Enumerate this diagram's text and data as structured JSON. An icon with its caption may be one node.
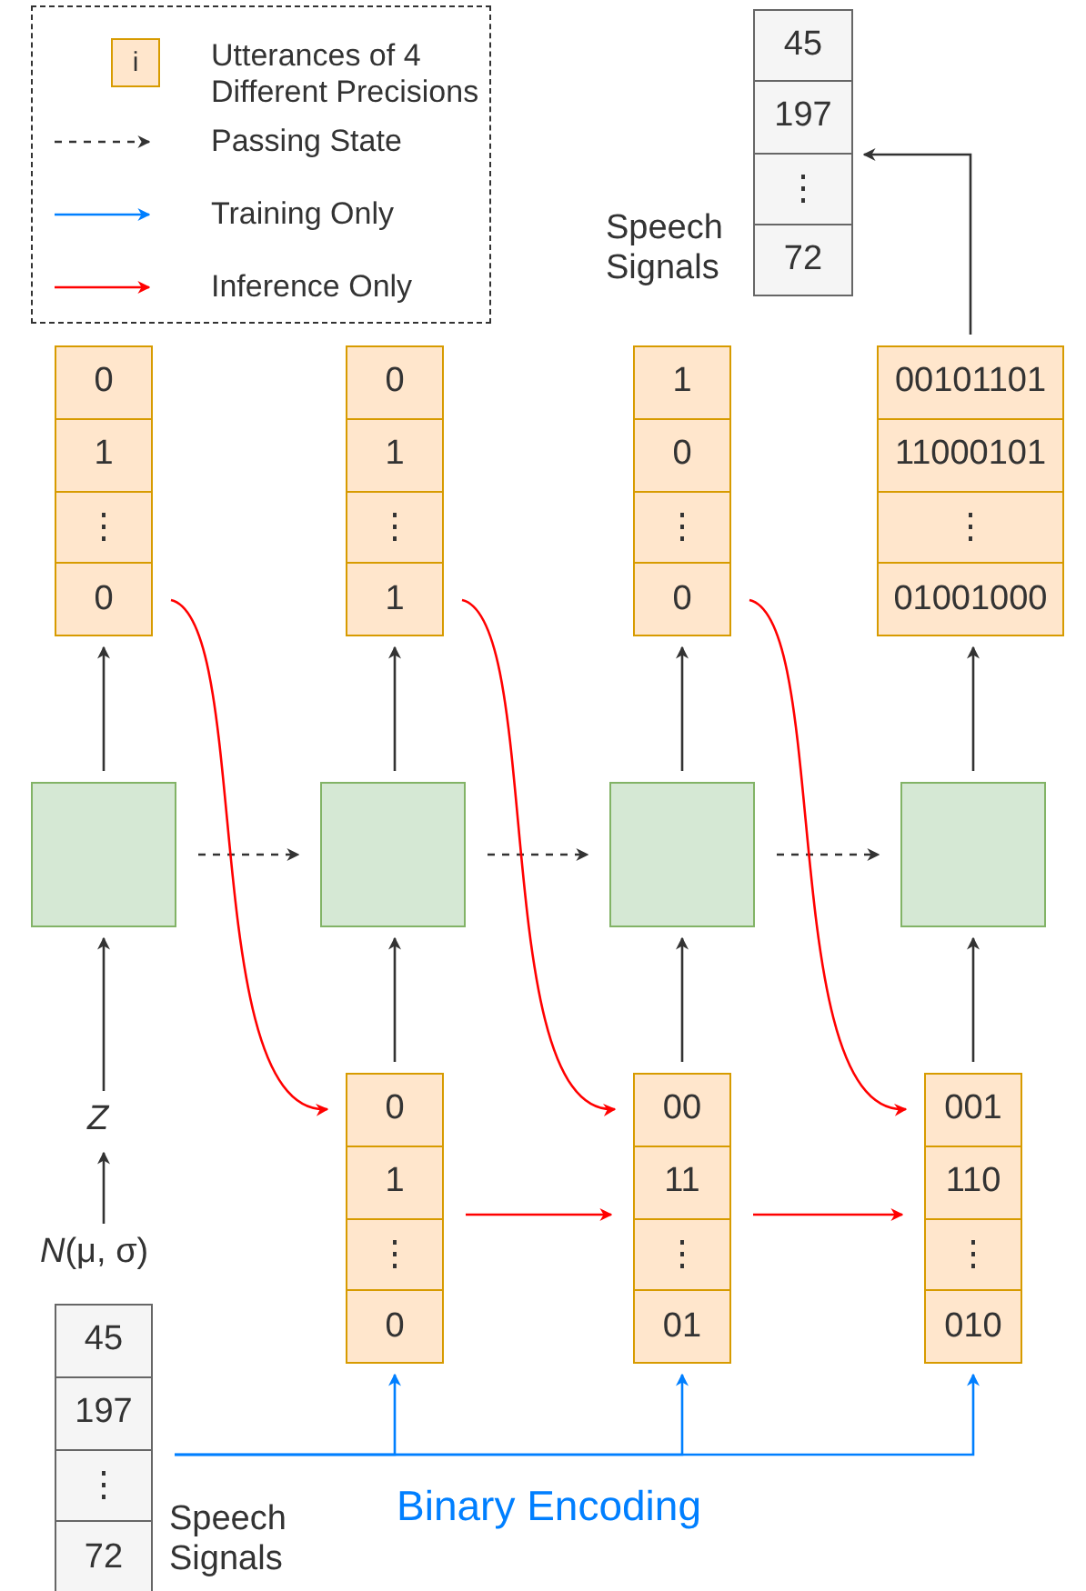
{
  "diagram": {
    "nodes": [
      {
        "text": [
          "45",
          "197",
          "⋮",
          "72"
        ],
        "beside": [
          "Speech Signals"
        ]
      },
      {
        "text": [
          "0",
          "1",
          "⋮",
          "0"
        ]
      },
      {
        "text": [
          "0",
          "1",
          "⋮",
          "1"
        ]
      },
      {
        "text": [
          "1",
          "0",
          "⋮",
          "0"
        ]
      },
      {
        "text": [
          "00101101",
          "11000101",
          "⋮",
          "01001000"
        ]
      },
      {
        "text": [],
        "shape": "box"
      },
      {
        "text": [],
        "shape": "box"
      },
      {
        "text": [],
        "shape": "box"
      },
      {
        "text": [],
        "shape": "box"
      },
      {
        "text": [
          "Z"
        ]
      },
      {
        "text": [
          "*N*(μ, σ)"
        ]
      },
      {
        "text": [
          "0",
          "1",
          "⋮",
          "0"
        ]
      },
      {
        "text": [
          "00",
          "11",
          "⋮",
          "01"
        ]
      },
      {
        "text": [
          "001",
          "110",
          "⋮",
          "010"
        ]
      },
      {
        "text": [
          "45",
          "197",
          "⋮",
          "72"
        ],
        "beside": [
          "Speech Signals"
        ]
      }
    ],
    "edges": [
      {
        "from": 4,
        "to": 0,
        "arrow": "to"
      },
      {
        "from": 5,
        "to": 1,
        "arrow": "to"
      },
      {
        "from": 6,
        "to": 2,
        "arrow": "to"
      },
      {
        "from": 7,
        "to": 3,
        "arrow": "to"
      },
      {
        "from": 8,
        "to": 4,
        "arrow": "to"
      },
      {
        "from": 5,
        "to": 6,
        "arrow": "to",
        "style": "dashed"
      },
      {
        "from": 6,
        "to": 7,
        "arrow": "to",
        "style": "dashed"
      },
      {
        "from": 7,
        "to": 8,
        "arrow": "to",
        "style": "dashed"
      },
      {
        "from": 10,
        "to": 9,
        "arrow": "to"
      },
      {
        "from": 9,
        "to": 5,
        "arrow": "to"
      },
      {
        "from": 11,
        "to": 6,
        "arrow": "to"
      },
      {
        "from": 12,
        "to": 7,
        "arrow": "to"
      },
      {
        "from": 13,
        "to": 8,
        "arrow": "to"
      },
      {
        "from": 1,
        "to": 11,
        "arrow": "to",
        "color": "#ff0000"
      },
      {
        "from": 2,
        "to": 12,
        "arrow": "to",
        "color": "#ff0000"
      },
      {
        "from": 3,
        "to": 13,
        "arrow": "to",
        "color": "#ff0000"
      },
      {
        "from": 11,
        "to": 12,
        "arrow": "to",
        "color": "#ff0000"
      },
      {
        "from": 12,
        "to": 13,
        "arrow": "to",
        "color": "#ff0000"
      },
      {
        "from": 14,
        "to": 11,
        "arrow": "to",
        "color": "#007fff"
      },
      {
        "from": 14,
        "to": 12,
        "arrow": "to",
        "color": "#007fff"
      },
      {
        "from": 14,
        "to": 13,
        "arrow": "to",
        "color": "#007fff"
      }
    ],
    "labels": [
      "i",
      "Binary Encoding"
    ],
    "legend": [
      {
        "text": "Utterances of 4 Different Precisions"
      },
      {
        "text": "Passing State"
      },
      {
        "text": "Training Only"
      },
      {
        "text": "Inference Only"
      }
    ]
  }
}
